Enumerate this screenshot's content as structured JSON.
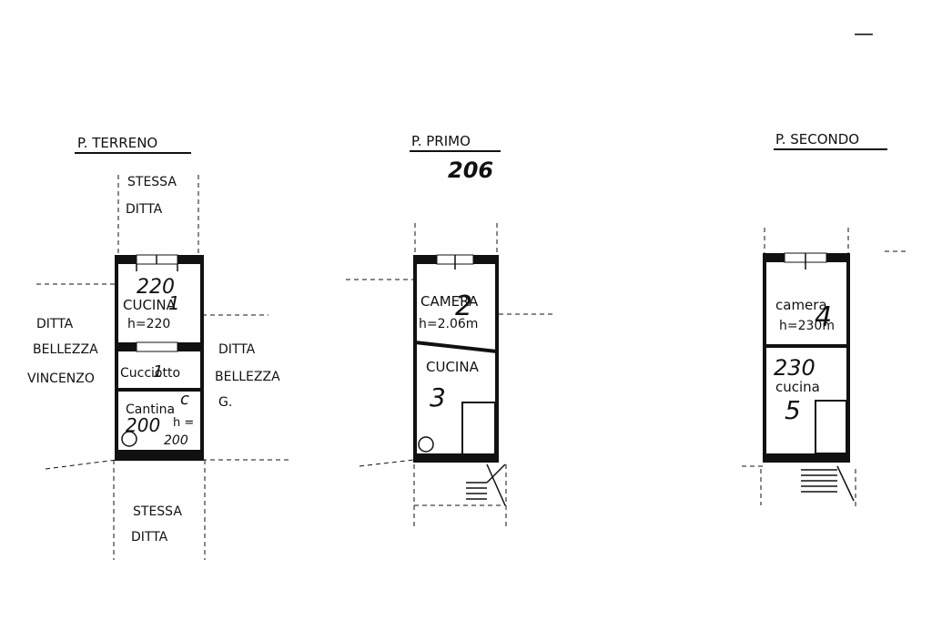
{
  "stray_mark": "—",
  "plans": [
    {
      "title": "P. TERRENO",
      "north_neighbor": [
        "STESSA",
        "DITTA"
      ],
      "south_neighbor": [
        "STESSA",
        "DITTA"
      ],
      "west_neighbor": [
        "DITTA",
        "BELLEZZA",
        "VINCENZO"
      ],
      "east_neighbor": [
        "DITTA",
        "BELLEZZA",
        "G."
      ],
      "rooms": [
        {
          "number": "220",
          "name": "CUCINA",
          "height": "h=220",
          "mark": "1"
        },
        {
          "name": "Cucciotto",
          "mark": "1"
        },
        {
          "name": "Cantina",
          "number": "200",
          "height_a": "h =",
          "height_b": "200",
          "mark": "c"
        }
      ]
    },
    {
      "title": "P. PRIMO",
      "handwritten_number": "206",
      "rooms": [
        {
          "name": "CAMERA",
          "height": "h=2.06m",
          "mark": "2"
        },
        {
          "name": "CUCINA",
          "mark": "3"
        }
      ]
    },
    {
      "title": "P. SECONDO",
      "rooms": [
        {
          "name": "camera",
          "height": "h=230m",
          "mark": "4"
        },
        {
          "number": "230",
          "name": "cucina",
          "mark": "5"
        }
      ]
    }
  ]
}
